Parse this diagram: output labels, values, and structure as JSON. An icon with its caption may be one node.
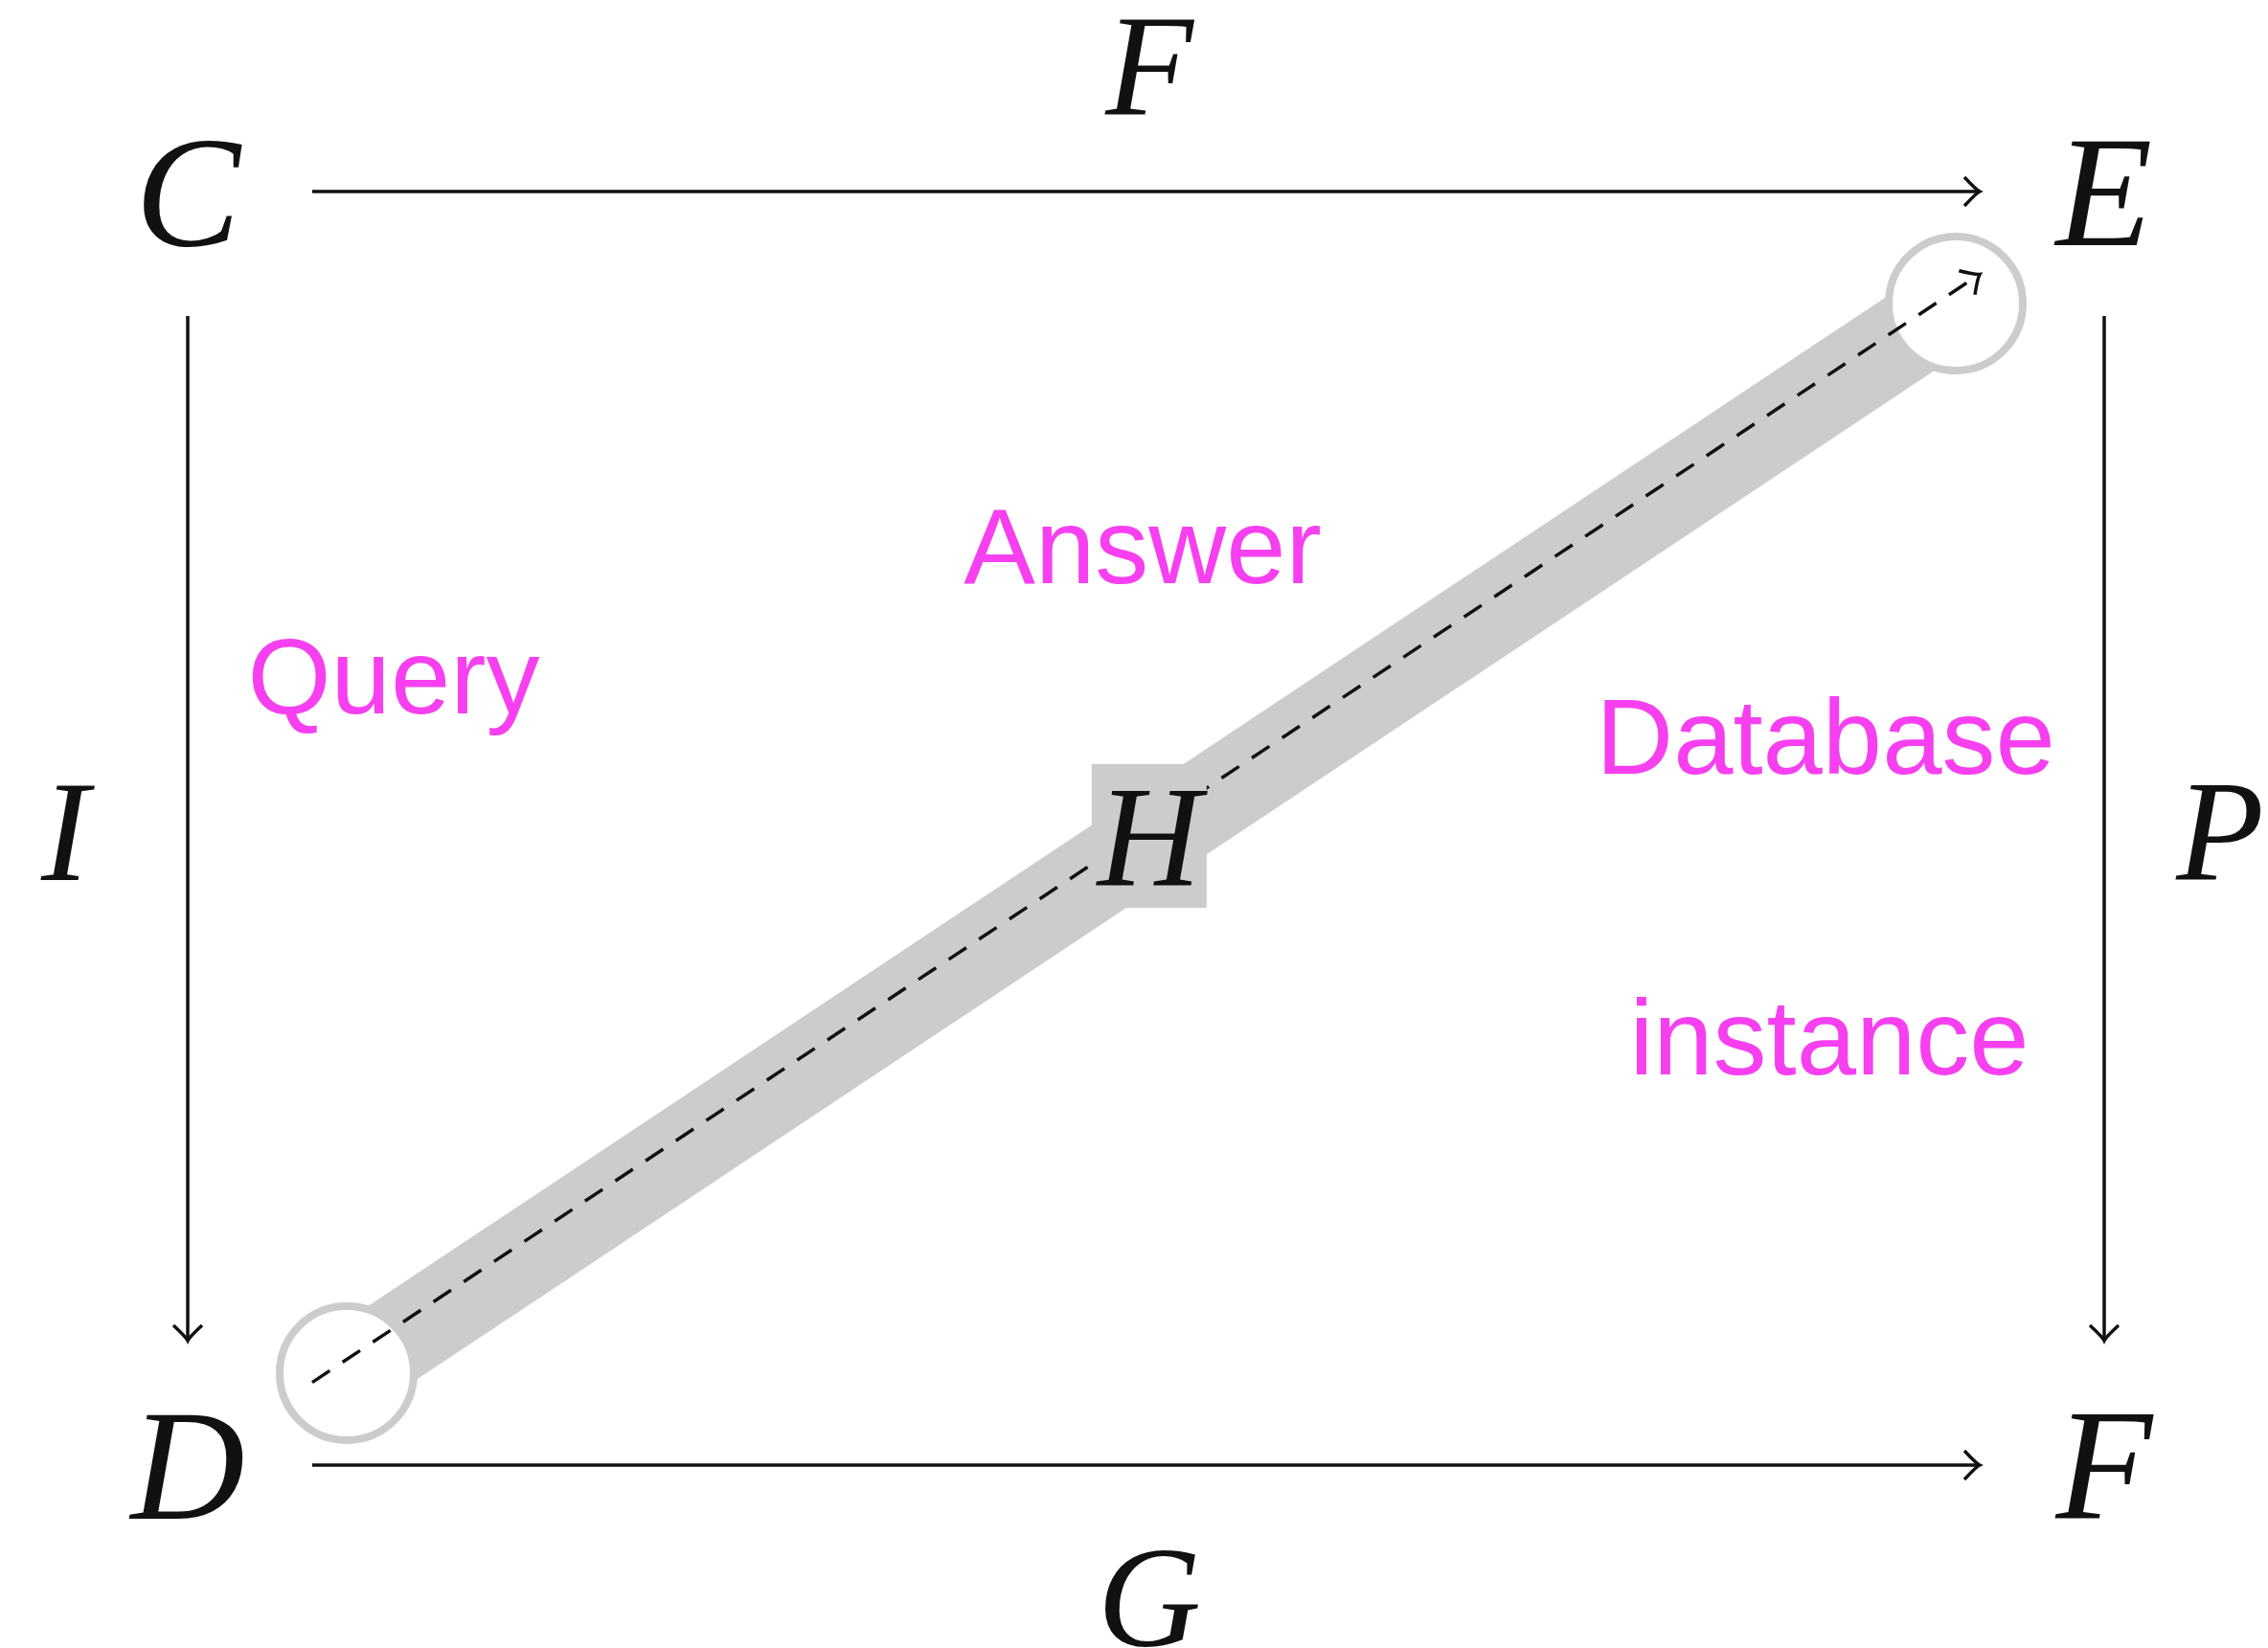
{
  "diagram": {
    "nodes": [
      {
        "text": [
          "C"
        ]
      },
      {
        "text": [
          "E"
        ]
      },
      {
        "text": [
          "D"
        ]
      },
      {
        "text": [
          "F"
        ]
      }
    ],
    "edges": [
      {
        "from": 0,
        "to": 1,
        "arrow": "to",
        "label": "F"
      },
      {
        "from": 0,
        "to": 2,
        "arrow": "to",
        "label": "I"
      },
      {
        "from": 1,
        "to": 3,
        "arrow": "to",
        "label": "P"
      },
      {
        "from": 2,
        "to": 3,
        "arrow": "to",
        "label": "G"
      },
      {
        "from": 2,
        "to": 1,
        "arrow": "to",
        "label": "H",
        "style": "dashed"
      }
    ],
    "labels": [
      "Answer",
      "Query",
      "Database",
      "instance"
    ]
  }
}
